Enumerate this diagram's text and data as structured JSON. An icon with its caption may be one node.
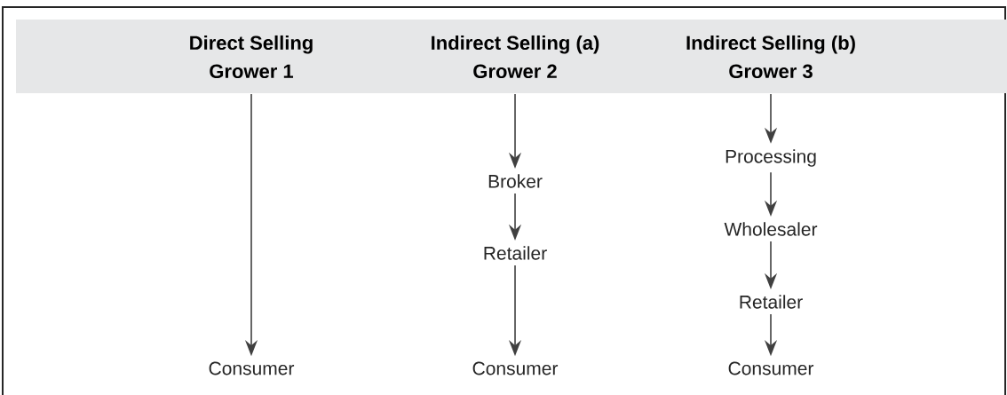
{
  "diagram": {
    "nodes": [
      {
        "text": [
          "Direct Selling",
          "Grower 1"
        ]
      },
      {
        "text": [
          "Indirect Selling (a)",
          "Grower 2"
        ]
      },
      {
        "text": [
          "Indirect Selling (b)",
          "Grower 3"
        ]
      },
      {
        "text": [
          "Consumer"
        ]
      },
      {
        "text": [
          "Broker"
        ]
      },
      {
        "text": [
          "Retailer"
        ]
      },
      {
        "text": [
          "Consumer"
        ]
      },
      {
        "text": [
          "Processing"
        ]
      },
      {
        "text": [
          "Wholesaler"
        ]
      },
      {
        "text": [
          "Retailer"
        ]
      },
      {
        "text": [
          "Consumer"
        ]
      }
    ],
    "edges": [
      {
        "from": 0,
        "to": 3,
        "arrow": "to"
      },
      {
        "from": 1,
        "to": 4,
        "arrow": "to"
      },
      {
        "from": 4,
        "to": 5,
        "arrow": "to"
      },
      {
        "from": 5,
        "to": 6,
        "arrow": "to"
      },
      {
        "from": 2,
        "to": 7,
        "arrow": "to"
      },
      {
        "from": 7,
        "to": 8,
        "arrow": "to"
      },
      {
        "from": 8,
        "to": 9,
        "arrow": "to"
      },
      {
        "from": 9,
        "to": 10,
        "arrow": "to"
      }
    ]
  }
}
